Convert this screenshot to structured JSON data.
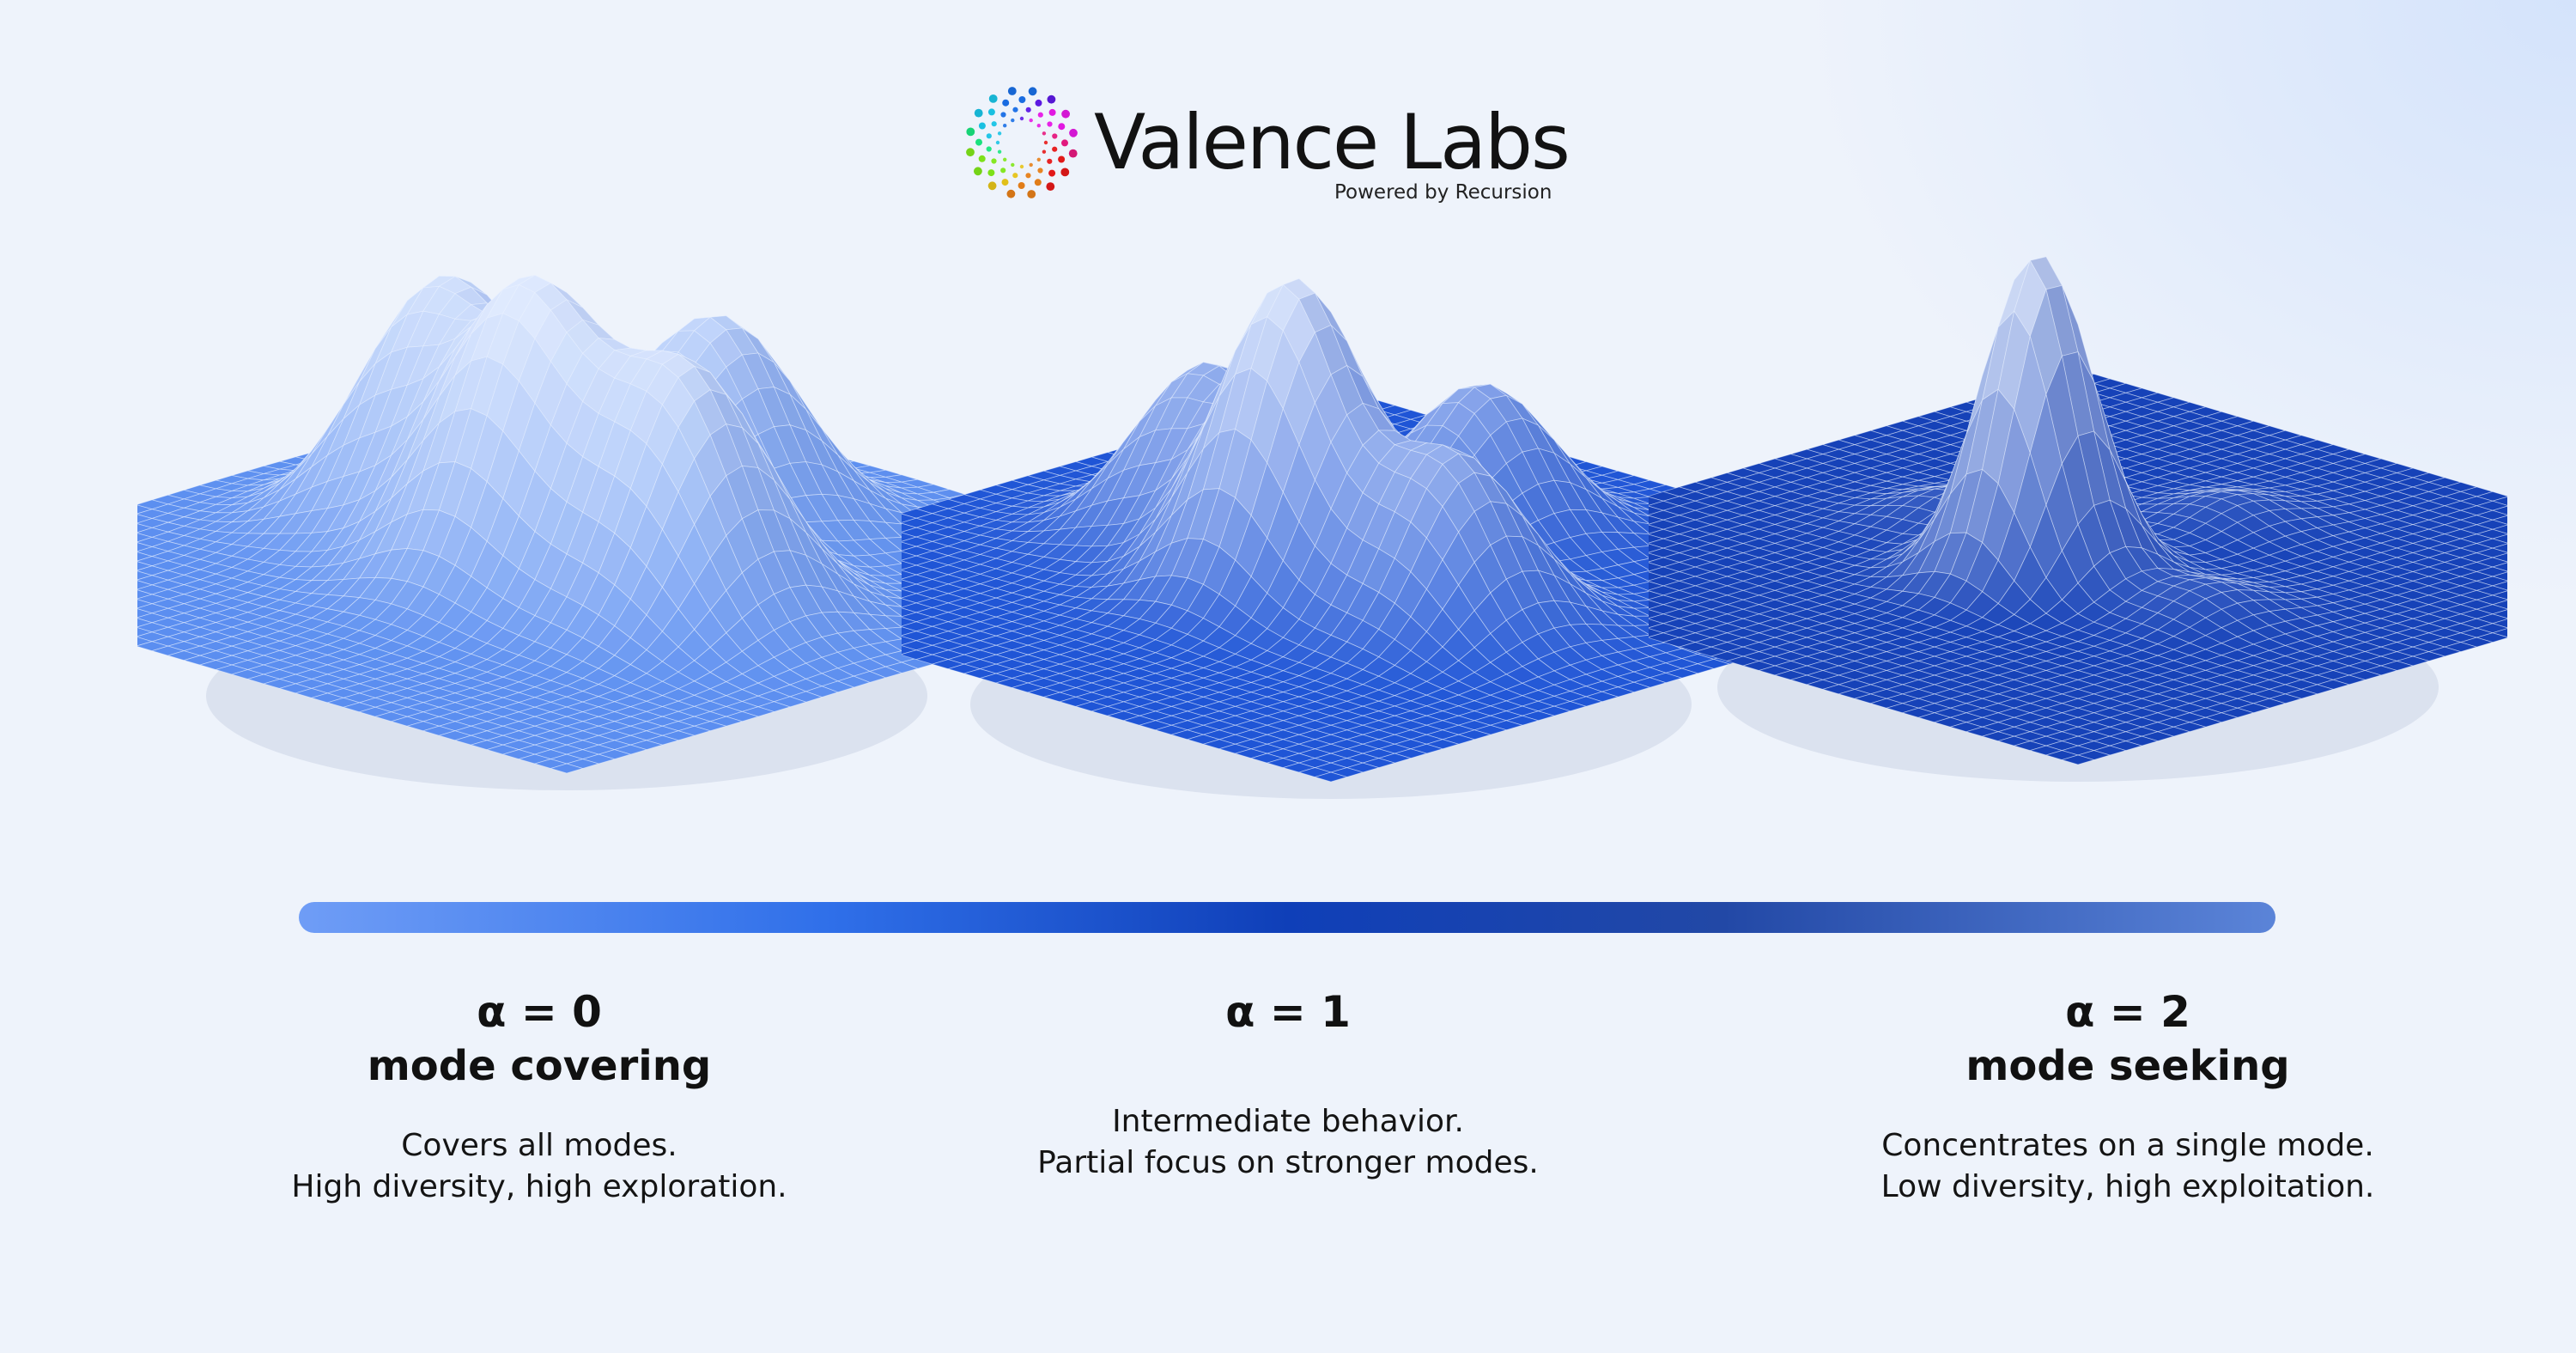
{
  "brand": {
    "name": "Valence Labs",
    "tagline": "Powered by Recursion"
  },
  "progress_bar": {
    "colors": [
      "#6f9df6",
      "#2f6fe9",
      "#0f3fb8",
      "#2248a6",
      "#5b84d8"
    ]
  },
  "stages": [
    {
      "alpha": "α = 0",
      "mode": "mode covering",
      "desc_line1": "Covers all modes.",
      "desc_line2": "High diversity,  high exploration.",
      "surface_color": "#5b8ef0",
      "peak_heights": [
        1.0,
        0.85,
        0.85,
        0.75
      ]
    },
    {
      "alpha": "α = 1",
      "mode": "",
      "desc_line1": "Intermediate behavior.",
      "desc_line2": "Partial focus on  stronger modes.",
      "surface_color": "#1f55d6",
      "peak_heights": [
        1.0,
        0.55,
        0.55,
        0.5
      ]
    },
    {
      "alpha": "α = 2",
      "mode": "mode seeking",
      "desc_line1": "Concentrates on a single mode.",
      "desc_line2": "Low diversity,  high exploitation.",
      "surface_color": "#1642b8",
      "peak_heights": [
        1.0,
        0.09,
        0.09,
        0.08
      ]
    }
  ]
}
